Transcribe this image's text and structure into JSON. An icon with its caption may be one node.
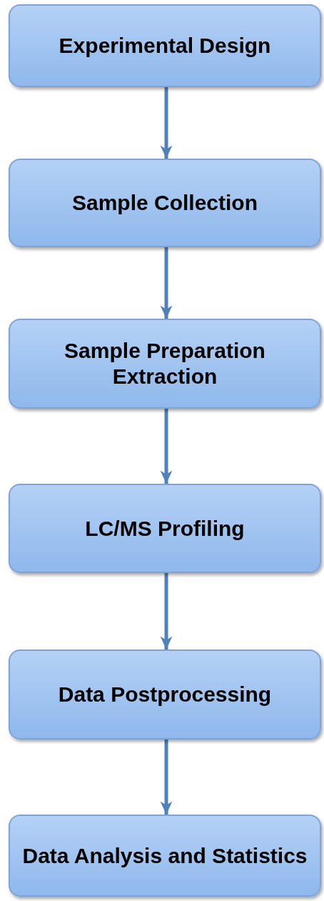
{
  "diagram": {
    "nodes": [
      {
        "text": [
          "Experimental Design"
        ]
      },
      {
        "text": [
          "Sample Collection"
        ]
      },
      {
        "text": [
          "Sample Preparation Extraction"
        ]
      },
      {
        "text": [
          "LC/MS Profiling"
        ]
      },
      {
        "text": [
          "Data Postprocessing"
        ]
      },
      {
        "text": [
          "Data Analysis and Statistics"
        ]
      }
    ],
    "edges": [
      {
        "from": 0,
        "to": 1,
        "arrow": "to"
      },
      {
        "from": 1,
        "to": 2,
        "arrow": "to"
      },
      {
        "from": 2,
        "to": 3,
        "arrow": "to"
      },
      {
        "from": 3,
        "to": 4,
        "arrow": "to"
      },
      {
        "from": 4,
        "to": 5,
        "arrow": "to"
      }
    ]
  }
}
